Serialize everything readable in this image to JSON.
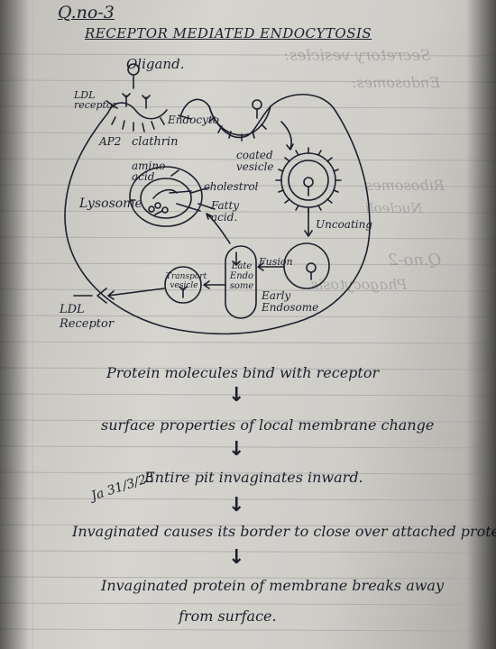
{
  "heading": {
    "question_no": "Q.no-3",
    "title": "Receptor Mediated Endocytosis"
  },
  "diagram_labels": {
    "ligand": "Oligand.",
    "ldl_receptor_top": "LDL receptor",
    "endocytosis": "Endocyto",
    "ap2": "AP2",
    "clathrin": "clathrin",
    "amino_acid": "amino acid",
    "cholesterol": "cholestrol",
    "fatty_acid": "Fatty acid.",
    "lysosome": "Lysosome",
    "coated_vesicle": "coated vesicle",
    "uncoating": "Uncoating",
    "late_endosome": "Late Endo some",
    "fusion": "Fusion",
    "early_endosome": "Early Endosome",
    "transport_vesicle": "Transport vesicle",
    "ldl_receptor_bottom": "LDL Receptor"
  },
  "flow_steps": [
    "Protein molecules bind with receptor",
    "surface properties of local membrane change",
    "Entire pit invaginates inward.",
    "Invaginated causes its border to close over attached protein",
    "Invaginated protein of membrane breaks away",
    "from surface."
  ],
  "date_note": "Ja 31/3/23",
  "bleed_through": {
    "a": "Secretory vesicles:",
    "b": "Endosomes:",
    "c": "Ribosomes",
    "d": "Nucleoli",
    "e": "Q.no-2",
    "f": "Phagocytosis"
  }
}
